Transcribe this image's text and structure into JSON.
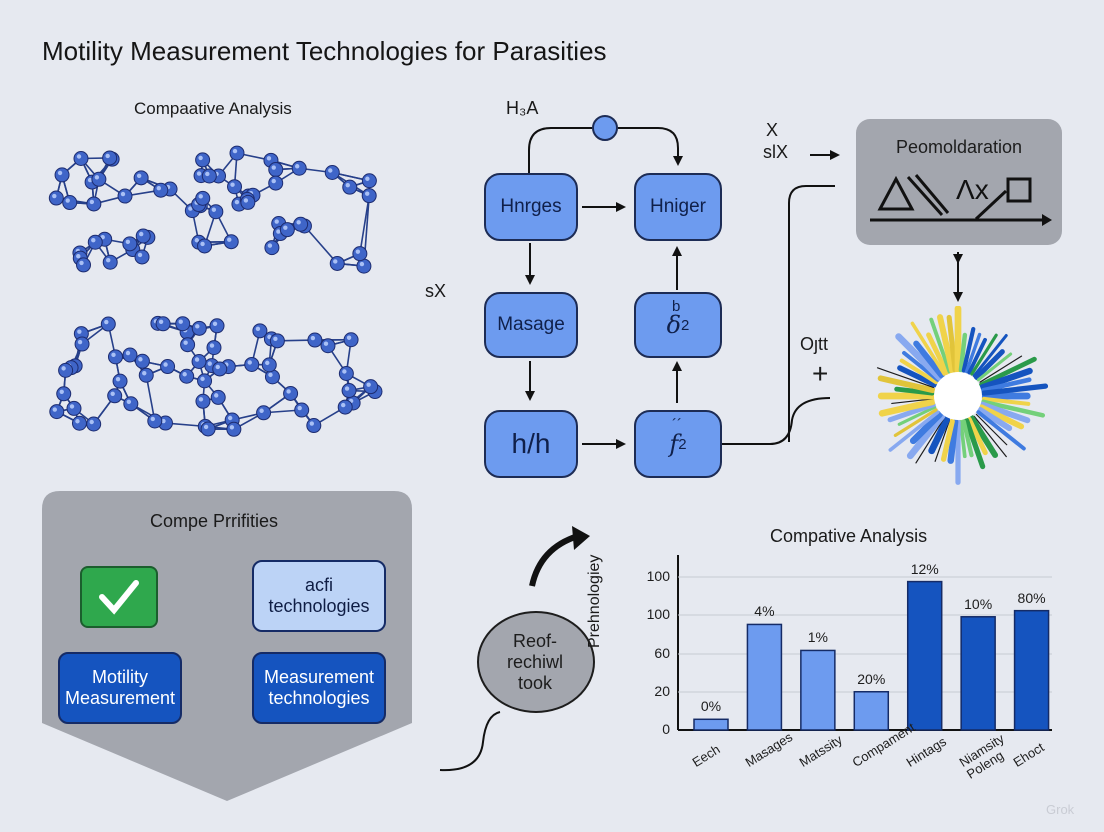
{
  "title": "Motility Measurement Technologies for Parasities",
  "molecule_panel": {
    "label": "Compaative Analysis"
  },
  "flow_diagram": {
    "top_label": "H₃A",
    "side_label": "sX",
    "nodes": {
      "hnrges": "Hnrges",
      "hniger": "Hniger",
      "masage": "Masage",
      "b_node": {
        "sup": "b",
        "symbol": "δ",
        "sub": "2"
      },
      "hh": "h/h",
      "f_node": {
        "sup": "´´",
        "symbol": "f",
        "sub": "2"
      }
    }
  },
  "right_panel": {
    "x_label": "X",
    "slx_label": "slX",
    "box_title": "Peomoldaration",
    "box_glyph_x": "Λx",
    "ojtt_label": "Oȷtt",
    "plus": "+"
  },
  "priorities_panel": {
    "title": "Compe Prrifities",
    "box_acfi": "acfi\ntechnologies",
    "box_motility": "Motility\nMeasurement",
    "box_measurement": "Measurement\ntechnologies"
  },
  "oval": {
    "text": "Reof-\nrechiwl\ntook"
  },
  "chart_data": {
    "type": "bar",
    "title": "Compative Analysis",
    "ylabel": "Prehnologiey",
    "xlabel": "",
    "y_tick_labels": [
      "0",
      "20",
      "60",
      "100",
      "100"
    ],
    "categories": [
      "Eech",
      "Masages",
      "Matssity",
      "Compament",
      "Hintags",
      "Niamsity\nPoleng",
      "Ehoct"
    ],
    "values": [
      7,
      69,
      52,
      25,
      97,
      74,
      78
    ],
    "data_labels": [
      "0%",
      "4%",
      "1%",
      "20%",
      "12%",
      "10%",
      "80%"
    ],
    "bar_colors": [
      "#6d9bef",
      "#6d9bef",
      "#6d9bef",
      "#6d9bef",
      "#1554bf",
      "#1554bf",
      "#1554bf"
    ],
    "ylim": [
      0,
      100
    ],
    "grid": true
  },
  "colors": {
    "node_fill": "#6d9bef",
    "dark_blue": "#1554bf",
    "accent_green": "#2fa84d",
    "panel_gray": "#a3a6ae"
  },
  "watermark": "Grok"
}
